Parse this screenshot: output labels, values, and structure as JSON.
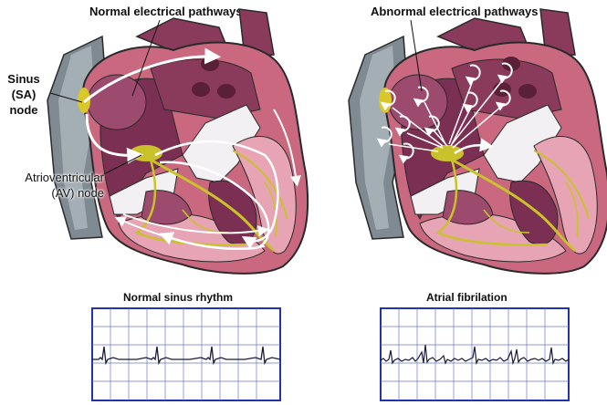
{
  "titles": {
    "normal": "Normal electrical pathways",
    "abnormal": "Abnormal electrical pathways"
  },
  "labels": {
    "sa_node": [
      "Sinus",
      "(SA)",
      "node"
    ],
    "av_node": [
      "Atrioventricular",
      "(AV) node"
    ]
  },
  "ecg": {
    "normal_title": "Normal sinus rhythm",
    "afib_title": "Atrial fibrilation"
  },
  "colors": {
    "heart_wall": "#c9687e",
    "heart_inner": "#e7a4b4",
    "atrium_dark": "#8a3a5a",
    "vessel_gray": "#7f8a92",
    "conduction": "#c9c22a",
    "ecg_frame": "#2233aa",
    "ecg_grid": "#6a78c8"
  }
}
